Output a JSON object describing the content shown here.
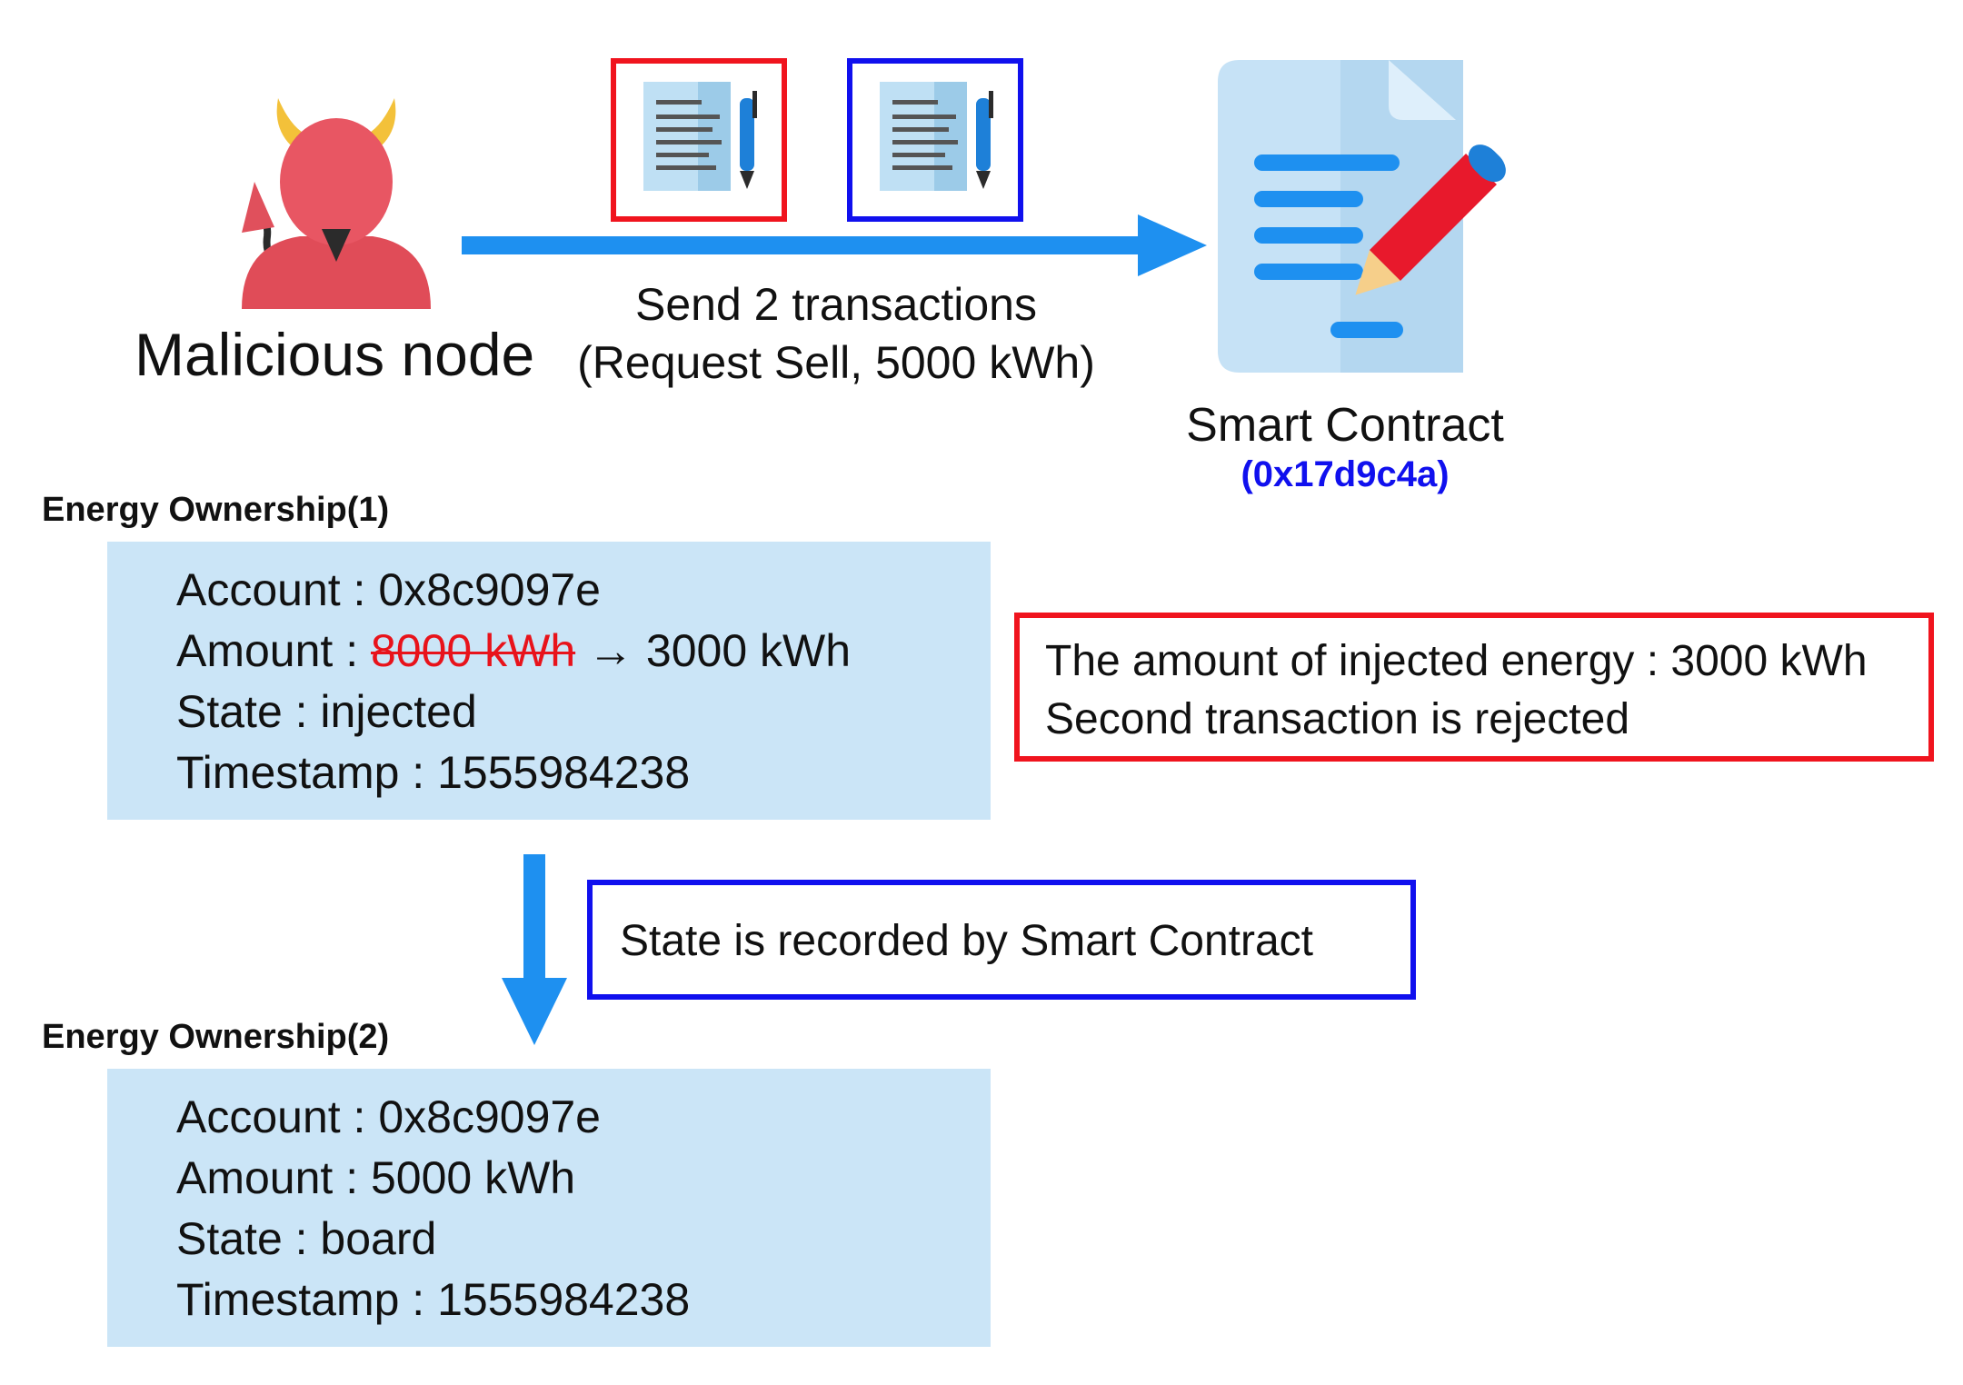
{
  "attacker": {
    "label": "Malicious node"
  },
  "transactions": {
    "line1": "Send 2 transactions",
    "line2": "(Request Sell, 5000 kWh)"
  },
  "contract": {
    "name": "Smart Contract",
    "address": "(0x17d9c4a)"
  },
  "ownership1": {
    "title": "Energy Ownership(1)",
    "account": "Account : 0x8c9097e",
    "amount_prefix": "Amount : ",
    "amount_old": "8000 kWh",
    "amount_new": " → 3000 kWh",
    "state": "State : injected",
    "timestamp": "Timestamp : 1555984238"
  },
  "ownership2": {
    "title": "Energy Ownership(2)",
    "account": "Account : 0x8c9097e",
    "amount": "Amount : 5000 kWh",
    "state": "State : board",
    "timestamp": "Timestamp : 1555984238"
  },
  "red_note": {
    "line1": "The amount of injected energy : 3000 kWh",
    "line2": "Second transaction is rejected"
  },
  "blue_note": {
    "text": "State is recorded by Smart Contract"
  },
  "colors": {
    "arrow": "#1e90f0",
    "red": "#f0141e",
    "blue": "#1010ee",
    "box_fill": "#cbe5f7"
  },
  "icons": [
    "devil-icon",
    "document-pen-icon",
    "smart-contract-icon"
  ]
}
